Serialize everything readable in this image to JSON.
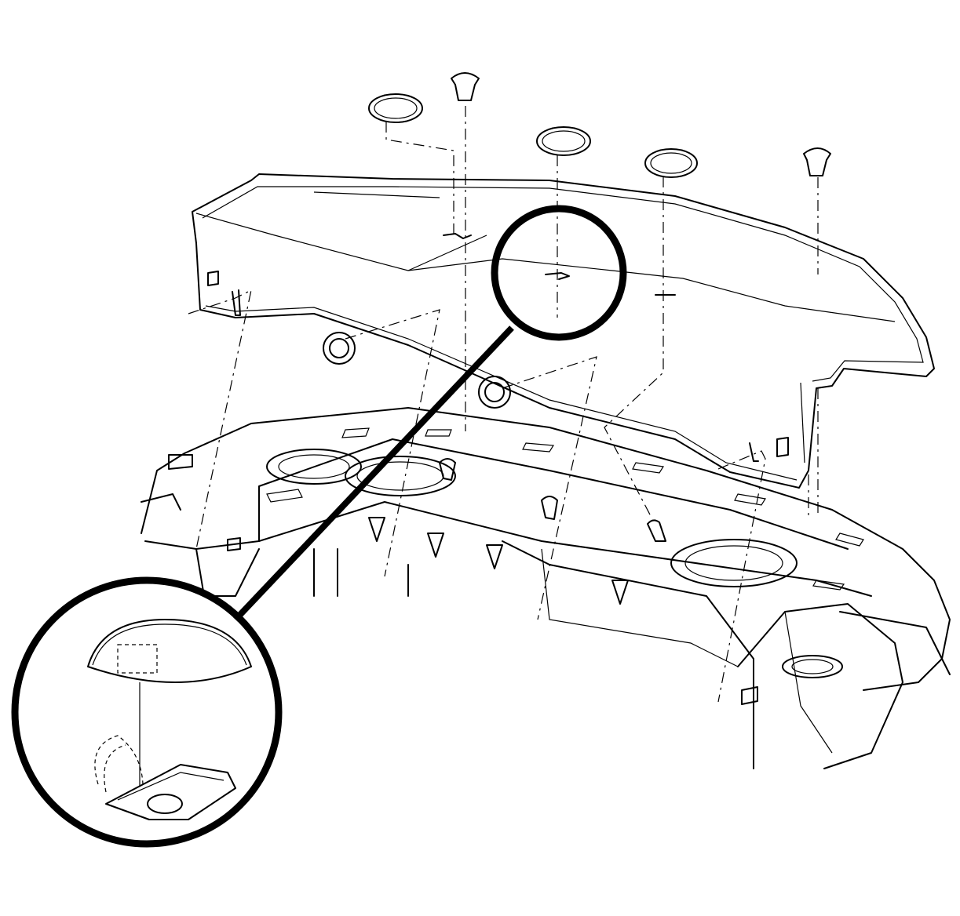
{
  "diagram": {
    "components": [
      "rear-window-panel-trim",
      "push-in-retainer",
      "retainer-grommet",
      "rear-shelf-structure",
      "detail-magnifier"
    ],
    "stroke_color": "#000000",
    "background_color": "#ffffff"
  }
}
